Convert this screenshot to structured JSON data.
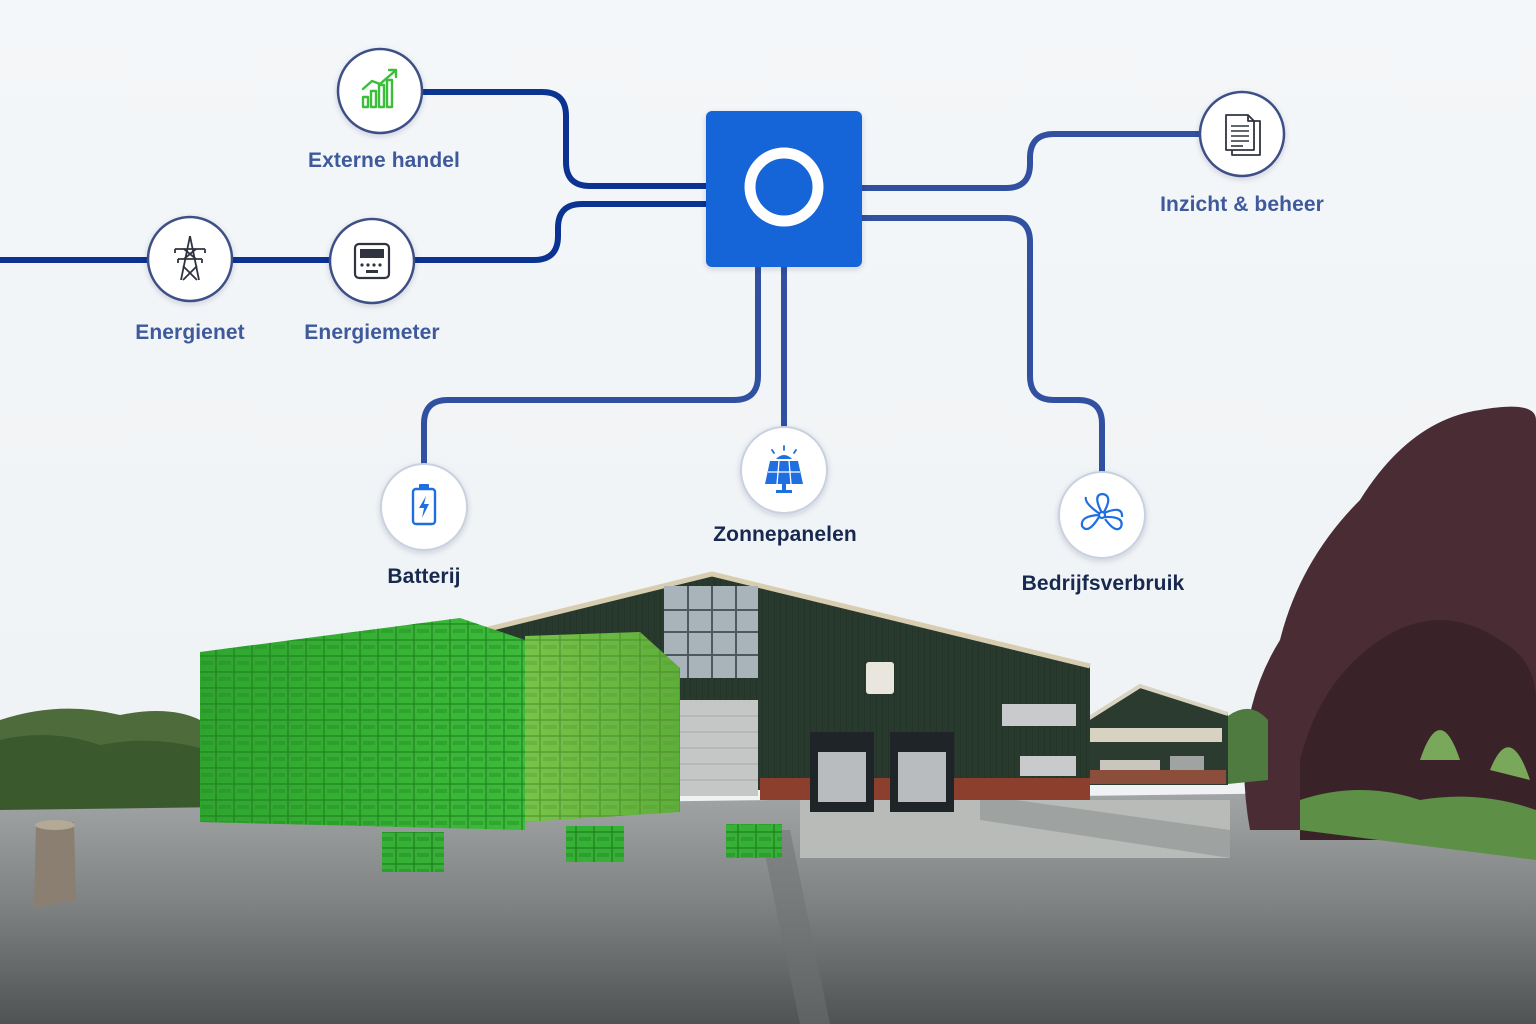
{
  "colors": {
    "line_dark": "#0b3392",
    "line_mid": "#3150a0",
    "hub": "#1565d8",
    "label_blue": "#3e5a9c",
    "label_dark": "#17294f",
    "icon_green": "#3bbf3b",
    "icon_blue": "#1f6fe0"
  },
  "hub": {
    "name": "energy-management-hub",
    "icon": "ring-icon"
  },
  "nodes": {
    "externe_handel": {
      "label": "Externe handel",
      "icon": "chart-growth-icon"
    },
    "energienet": {
      "label": "Energienet",
      "icon": "power-pylon-icon"
    },
    "energiemeter": {
      "label": "Energiemeter",
      "icon": "energy-meter-icon"
    },
    "inzicht_beheer": {
      "label": "Inzicht & beheer",
      "icon": "document-icon"
    },
    "batterij": {
      "label": "Batterij",
      "icon": "battery-icon"
    },
    "zonnepanelen": {
      "label": "Zonnepanelen",
      "icon": "solar-panel-icon"
    },
    "bedrijfsverbruik": {
      "label": "Bedrijfsverbruik",
      "icon": "fan-icon"
    }
  },
  "photo": {
    "description": "warehouse-with-green-crates"
  }
}
